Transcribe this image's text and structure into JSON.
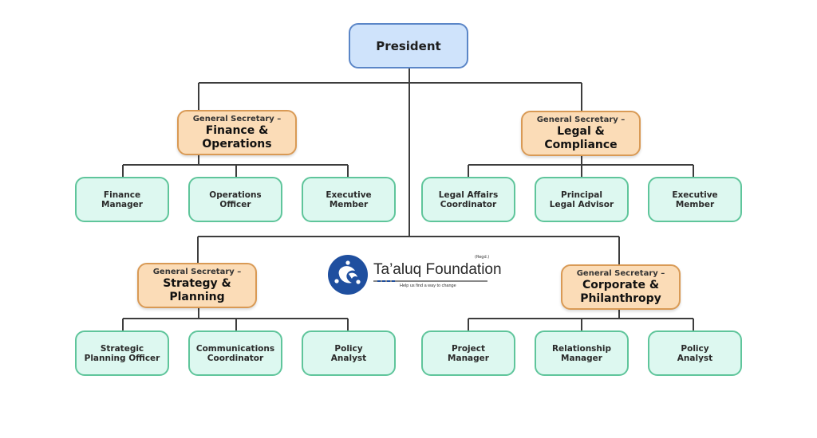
{
  "root": {
    "title": "President"
  },
  "secretaries": [
    {
      "prefix": "General Secretary –",
      "title": "Finance &",
      "title2": "Operations",
      "members": [
        [
          "Finance",
          "Manager"
        ],
        [
          "Operations",
          "Officer"
        ],
        [
          "Executive",
          "Member"
        ]
      ]
    },
    {
      "prefix": "General Secretary –",
      "title": "Legal &",
      "title2": "Compliance",
      "members": [
        [
          "Legal Affairs",
          "Coordinator"
        ],
        [
          "Principal",
          "Legal Advisor"
        ],
        [
          "Executive",
          "Member"
        ]
      ]
    },
    {
      "prefix": "General Secretary –",
      "title": "Strategy &",
      "title2": "Planning",
      "members": [
        [
          "Strategic",
          "Planning Officer"
        ],
        [
          "Communications",
          "Coordinator"
        ],
        [
          "Policy",
          "Analyst"
        ]
      ]
    },
    {
      "prefix": "General Secretary –",
      "title": "Corporate &",
      "title2": "Philanthropy",
      "members": [
        [
          "Project",
          "Manager"
        ],
        [
          "Relationship",
          "Manager"
        ],
        [
          "Policy",
          "Analyst"
        ]
      ]
    }
  ],
  "logo": {
    "name": "Ta’aluq Foundation",
    "regd": "(Regd.)",
    "tagline": "Help us find a way to change",
    "color": "#1f4f9f"
  },
  "colors": {
    "root": "#cfe3fb",
    "secretary": "#fbdcb7",
    "member": "#ddf8f0",
    "line": "#3d3d3d"
  }
}
